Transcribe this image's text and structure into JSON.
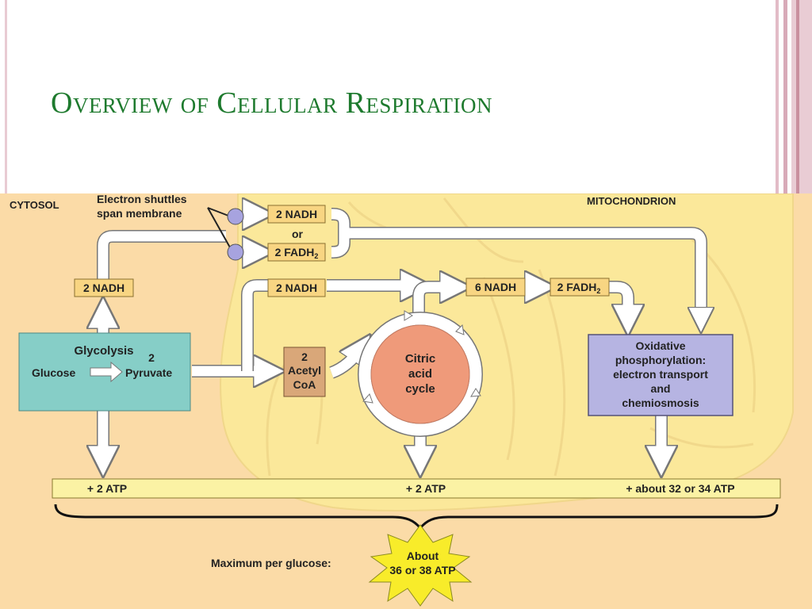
{
  "slide": {
    "title": "Overview of Cellular Respiration"
  },
  "diagram": {
    "cytosol_label": "CYTOSOL",
    "mitochondrion_label": "MITOCHONDRION",
    "shuttles_line1": "Electron shuttles",
    "shuttles_line2": "span membrane",
    "shuttle_nadh": "2 NADH",
    "shuttle_or": "or",
    "shuttle_fadh": "2 FADH",
    "shuttle_fadh_sub": "2",
    "glycolysis_nadh": "2 NADH",
    "glycolysis_title": "Glycolysis",
    "glycolysis_glucose": "Glucose",
    "glycolysis_two": "2",
    "glycolysis_pyruvate": "Pyruvate",
    "acetyl_two": "2",
    "acetyl_line1": "Acetyl",
    "acetyl_line2": "CoA",
    "acetyl_nadh": "2 NADH",
    "citric_line1": "Citric",
    "citric_line2": "acid",
    "citric_line3": "cycle",
    "citric_nadh": "6 NADH",
    "citric_fadh": "2 FADH",
    "citric_fadh_sub": "2",
    "oxphos_line1": "Oxidative",
    "oxphos_line2": "phosphorylation:",
    "oxphos_line3": "electron transport",
    "oxphos_line4": "and",
    "oxphos_line5": "chemiosmosis",
    "atp_glycolysis": "+ 2 ATP",
    "atp_citric": "+ 2 ATP",
    "atp_oxphos": "+ about 32 or 34 ATP",
    "max_label": "Maximum per glucose:",
    "max_line1": "About",
    "max_line2": "36 or 38 ATP",
    "colors": {
      "background": "#fbdba7",
      "mitochondrion": "#fbe89a",
      "label_box": "#f8d582",
      "glycolysis_box": "#86cec7",
      "acetyl_box": "#d9a779",
      "citric_core": "#ef9a7a",
      "oxphos_box": "#b6b4e2",
      "atp_bar": "#fbf2a4",
      "starburst": "#f8ec2a",
      "title": "#1e7a2e"
    }
  }
}
